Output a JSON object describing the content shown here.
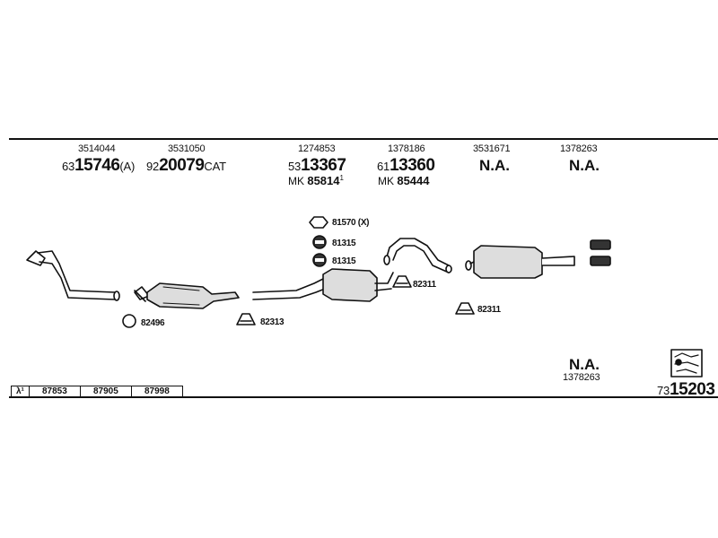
{
  "columns": [
    {
      "ref": "3514044",
      "prefix": "63",
      "number": "15746",
      "suffix": "(A)"
    },
    {
      "ref": "3531050",
      "prefix": "92",
      "number": "20079",
      "suffix": "CAT"
    },
    {
      "ref": "1274853",
      "prefix": "53",
      "number": "13367",
      "suffix": "",
      "mk_prefix": "MK",
      "mk_number": "85814",
      "mk_sup": "1"
    },
    {
      "ref": "1378186",
      "prefix": "61",
      "number": "13360",
      "suffix": "",
      "mk_prefix": "MK",
      "mk_number": "85444"
    },
    {
      "ref": "3531671",
      "na": "N.A."
    },
    {
      "ref": "1378263",
      "na": "N.A."
    }
  ],
  "part_labels": {
    "clamp_82496": "82496",
    "clamp_82313": "82313",
    "clamp_81570": "81570 (X)",
    "ring_81315_a": "81315",
    "ring_81315_b": "81315",
    "clamp_82311_a": "82311",
    "clamp_82311_b": "82311"
  },
  "lower_right": {
    "na": "N.A.",
    "ref": "1378263"
  },
  "kit": {
    "prefix": "73",
    "number": "15203"
  },
  "legend": {
    "symbol": "λ¹",
    "values": [
      "87853",
      "87905",
      "87998"
    ]
  }
}
